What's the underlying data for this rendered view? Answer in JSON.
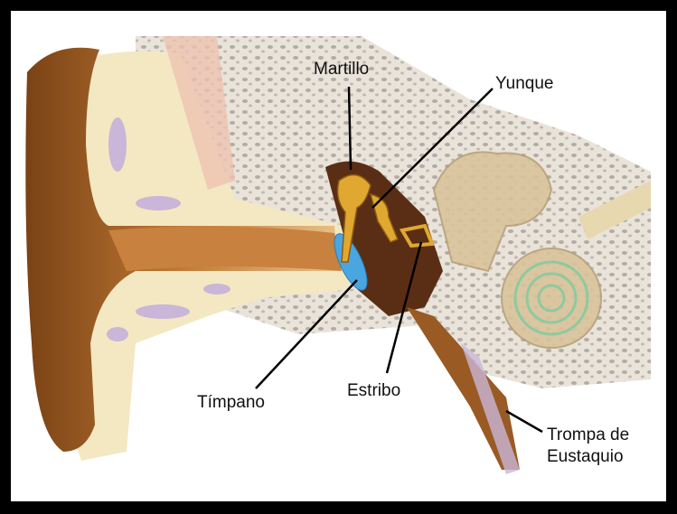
{
  "labels": {
    "martillo": "Martillo",
    "yunque": "Yunque",
    "timpano": "Tímpano",
    "estribo": "Estribo",
    "trompa_line1": "Trompa de",
    "trompa_line2": "Eustaquio"
  },
  "colors": {
    "frame": "#000000",
    "outer_ear": "#b06a2a",
    "skin": "#f3e6bd",
    "bone": "#ddd6cc",
    "eardrum": "#4aa6e0",
    "middle_ear": "#5a2e14",
    "ossicles": "#e0a830"
  }
}
